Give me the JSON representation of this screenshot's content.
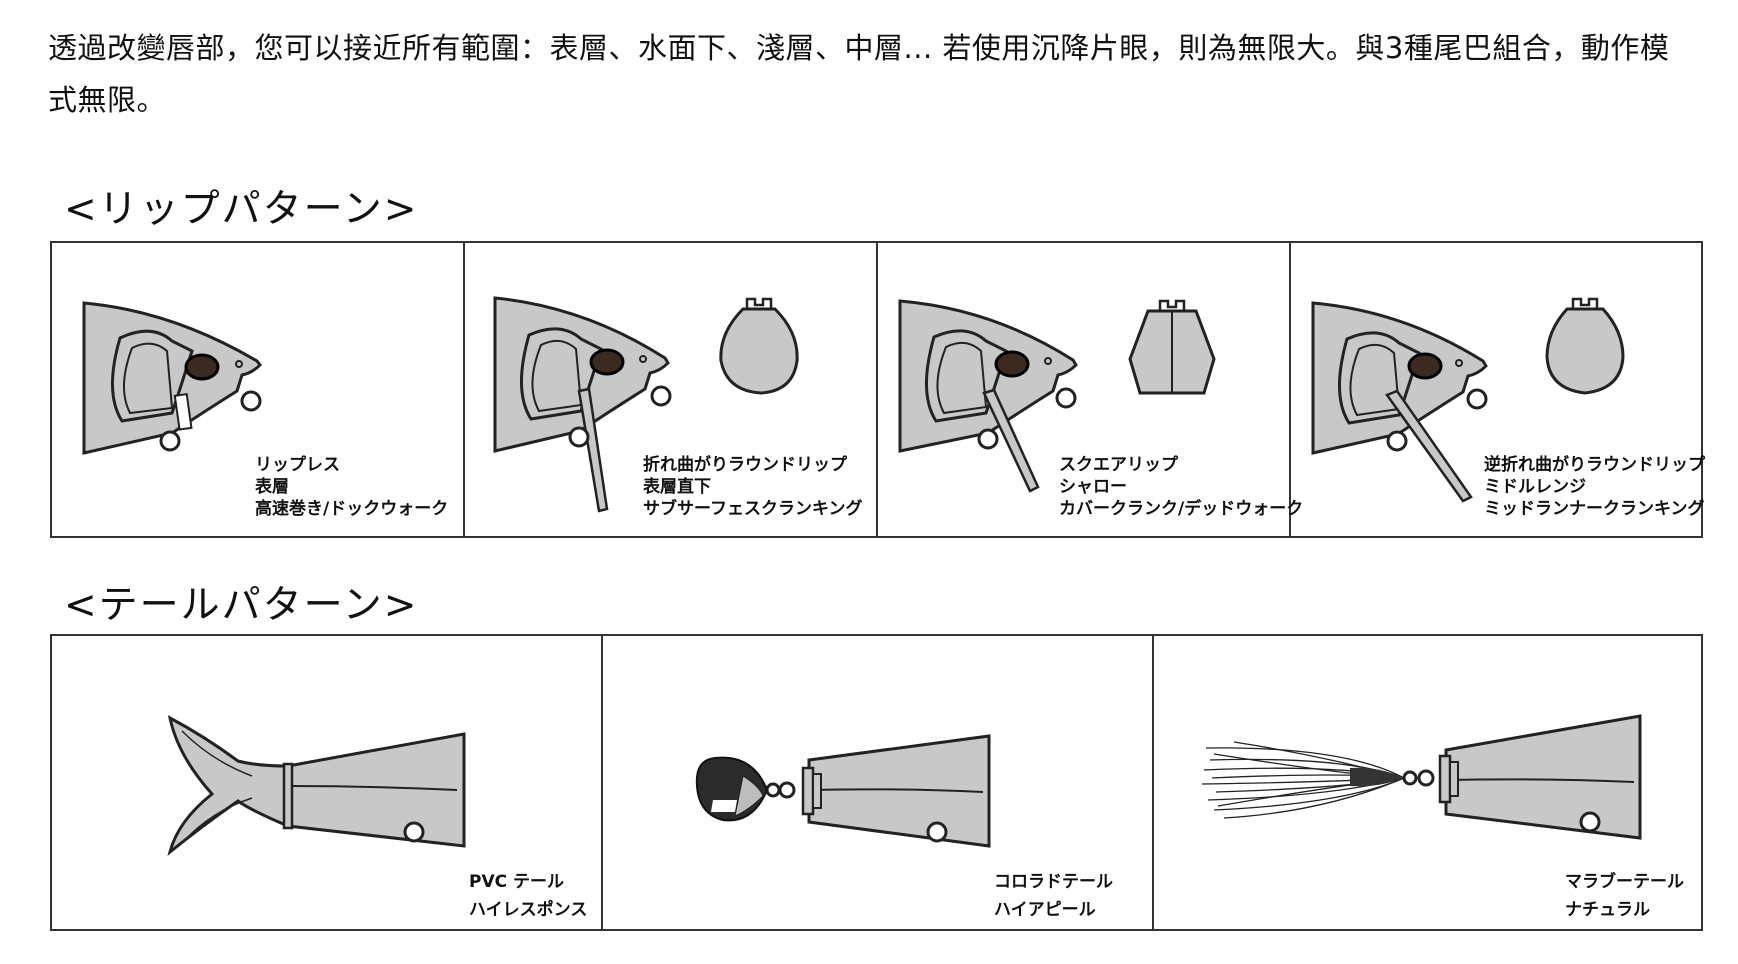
{
  "intro": "透過改變唇部，您可以接近所有範圍：表層、水面下、淺層、中層... 若使用沉降片眼，則為無限大。與3種尾巴組合，動作模式無限。",
  "lip_section": {
    "title": "<リップパターン>",
    "panels": [
      {
        "lines": [
          "リップレス",
          "表層",
          "高速巻き/ドックウォーク"
        ]
      },
      {
        "lines": [
          "折れ曲がりラウンドリップ",
          "表層直下",
          "サブサーフェスクランキング"
        ]
      },
      {
        "lines": [
          "スクエアリップ",
          "シャロー",
          "カバークランク/デッドウォーク"
        ]
      },
      {
        "lines": [
          "逆折れ曲がりラウンドリップ",
          "ミドルレンジ",
          "ミッドランナークランキング"
        ]
      }
    ]
  },
  "tail_section": {
    "title": "<テールパターン>",
    "panels": [
      {
        "lines": [
          "PVC テール",
          "ハイレスポンス"
        ]
      },
      {
        "lines": [
          "コロラドテール",
          "ハイアピール"
        ]
      },
      {
        "lines": [
          "マラブーテール",
          "ナチュラル"
        ]
      }
    ]
  },
  "colors": {
    "lure_fill": "#c8c8c8",
    "outline": "#222222",
    "border": "#333333"
  }
}
